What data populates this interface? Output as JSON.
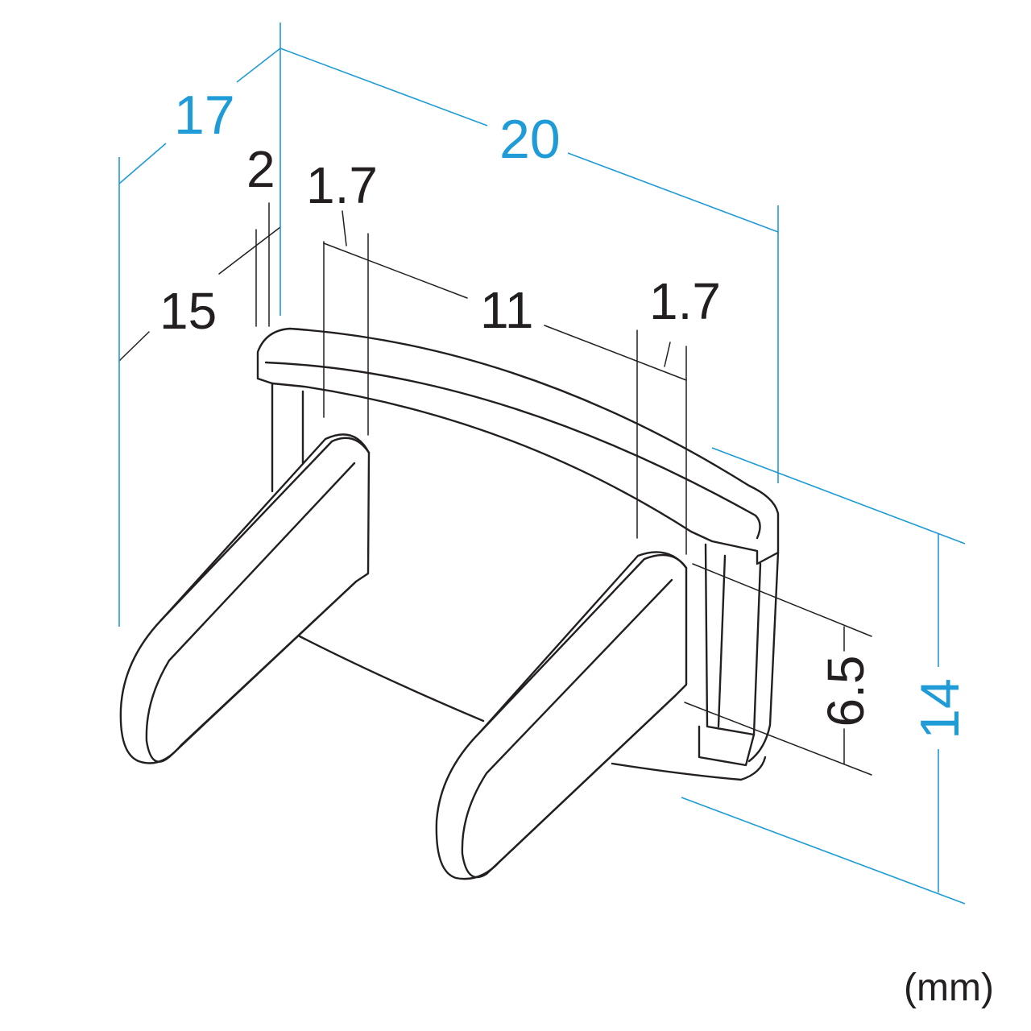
{
  "dimensions": {
    "depth_total": "17",
    "width_total": "20",
    "height_total": "14",
    "depth_inner": "15",
    "wall": "2",
    "prong_left": "1.7",
    "prong_spacing": "11",
    "prong_right": "1.7",
    "prong_height": "6.5"
  },
  "unit_label": "(mm)",
  "colors": {
    "dimension_primary": "#1f9bd7",
    "outline": "#231f20",
    "background": "#ffffff"
  }
}
